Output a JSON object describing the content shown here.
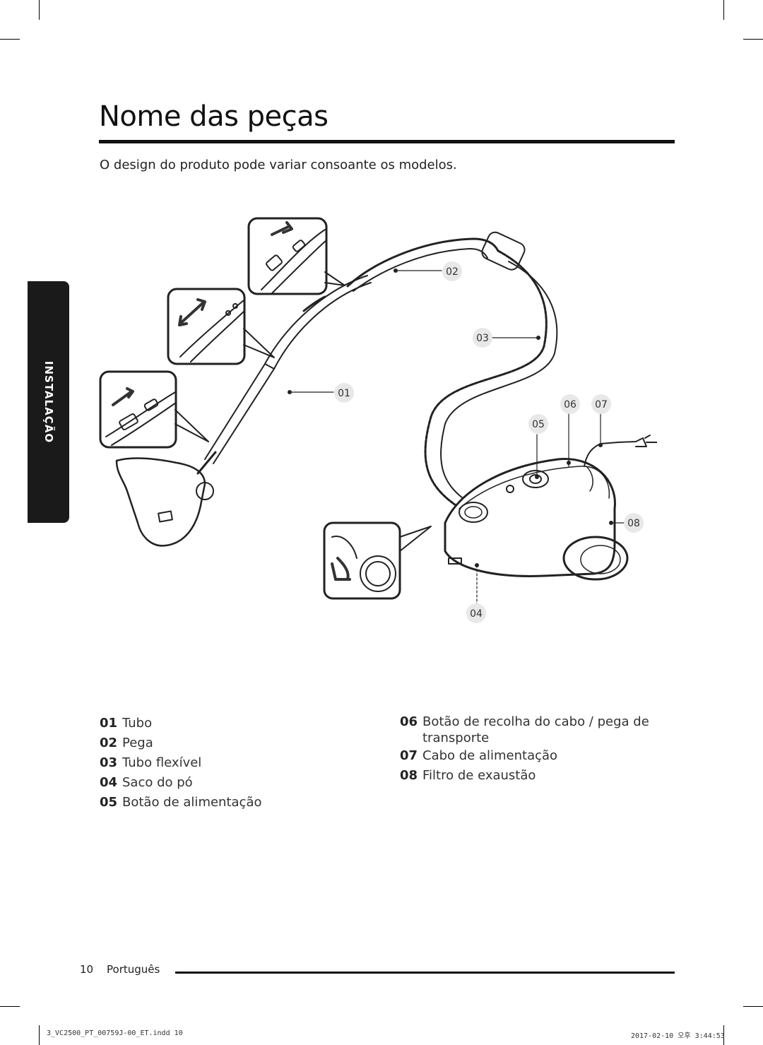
{
  "page": {
    "title": "Nome das peças",
    "subtitle": "O design do produto pode variar consoante os modelos.",
    "side_tab": "INSTALAÇÃO"
  },
  "diagram": {
    "callouts": [
      "01",
      "02",
      "03",
      "04",
      "05",
      "06",
      "07",
      "08"
    ]
  },
  "parts": {
    "left": [
      {
        "num": "01",
        "label": "Tubo"
      },
      {
        "num": "02",
        "label": "Pega"
      },
      {
        "num": "03",
        "label": "Tubo flexível"
      },
      {
        "num": "04",
        "label": "Saco do pó"
      },
      {
        "num": "05",
        "label": "Botão de alimentação"
      }
    ],
    "right": [
      {
        "num": "06",
        "label": "Botão de recolha do cabo / pega de"
      },
      {
        "num": "",
        "label": "transporte"
      },
      {
        "num": "07",
        "label": "Cabo de alimentação"
      },
      {
        "num": "08",
        "label": "Filtro de exaustão"
      }
    ]
  },
  "footer": {
    "page_number": "10",
    "language": "Português",
    "slug_left": "3_VC2500_PT_00759J-00_ET.indd   10",
    "slug_right": "2017-02-10   오후 3:44:53"
  }
}
